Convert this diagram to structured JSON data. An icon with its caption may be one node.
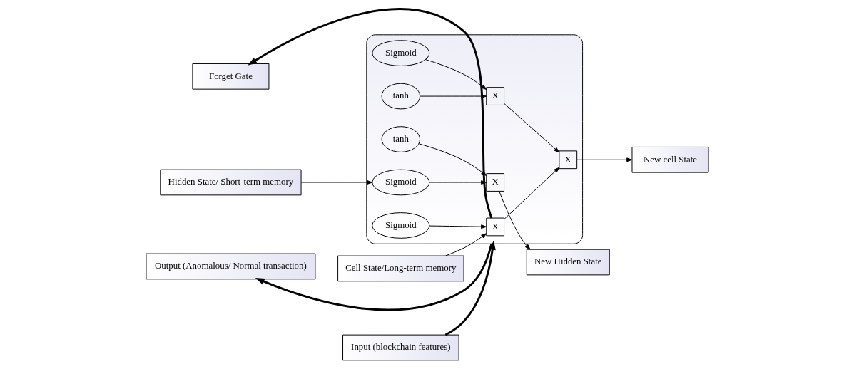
{
  "diagram": {
    "nodes": [
      {
        "text": [
          "Forget Gate"
        ]
      },
      {
        "text": [
          "Output (Anomalous/ Normal transaction)"
        ]
      },
      {
        "text": [
          "Cell State/Long-term memory"
        ]
      },
      {
        "text": [],
        "shape": "box"
      },
      {
        "text": [
          "X"
        ],
        "in": 3
      },
      {
        "text": [
          "X"
        ],
        "in": 3
      },
      {
        "text": [
          "New cell State"
        ]
      },
      {
        "text": [
          "tanh"
        ],
        "in": 3
      },
      {
        "text": [
          "Sigmoid"
        ],
        "in": 3
      },
      {
        "text": [
          "X"
        ],
        "in": 3
      },
      {
        "text": [
          "X"
        ],
        "in": 3
      },
      {
        "text": [
          "New Hidden State"
        ]
      },
      {
        "text": [
          "Sigmoid"
        ],
        "in": 3
      },
      {
        "text": [
          "tanh"
        ],
        "in": 3
      },
      {
        "text": [
          "Hidden State/ Short-term memory"
        ]
      },
      {
        "text": [
          "Sigmoid"
        ],
        "in": 3
      },
      {
        "text": [
          "Input (blockchain features)"
        ]
      }
    ],
    "edges": [
      {
        "from": 2,
        "to": 4,
        "arrow": "to"
      },
      {
        "from": 4,
        "to": 5,
        "arrow": "to"
      },
      {
        "from": 5,
        "to": 6,
        "arrow": "to"
      },
      {
        "from": 8,
        "to": 4,
        "arrow": "to"
      },
      {
        "from": 12,
        "to": 9,
        "arrow": "to"
      },
      {
        "from": 13,
        "to": 9,
        "arrow": "to"
      },
      {
        "from": 9,
        "to": 5,
        "arrow": "to"
      },
      {
        "from": 7,
        "to": 10,
        "arrow": "to"
      },
      {
        "from": 15,
        "to": 10,
        "arrow": "to"
      },
      {
        "from": 10,
        "to": 11,
        "arrow": "to"
      },
      {
        "from": 14,
        "to": 15,
        "arrow": "to"
      },
      {
        "from": 4,
        "to": 0,
        "arrow": "to",
        "style": "thick"
      },
      {
        "from": 3,
        "to": 1,
        "arrow": "to",
        "style": "thick"
      },
      {
        "from": 16,
        "to": 3,
        "arrow": "to",
        "style": "thick"
      }
    ]
  }
}
